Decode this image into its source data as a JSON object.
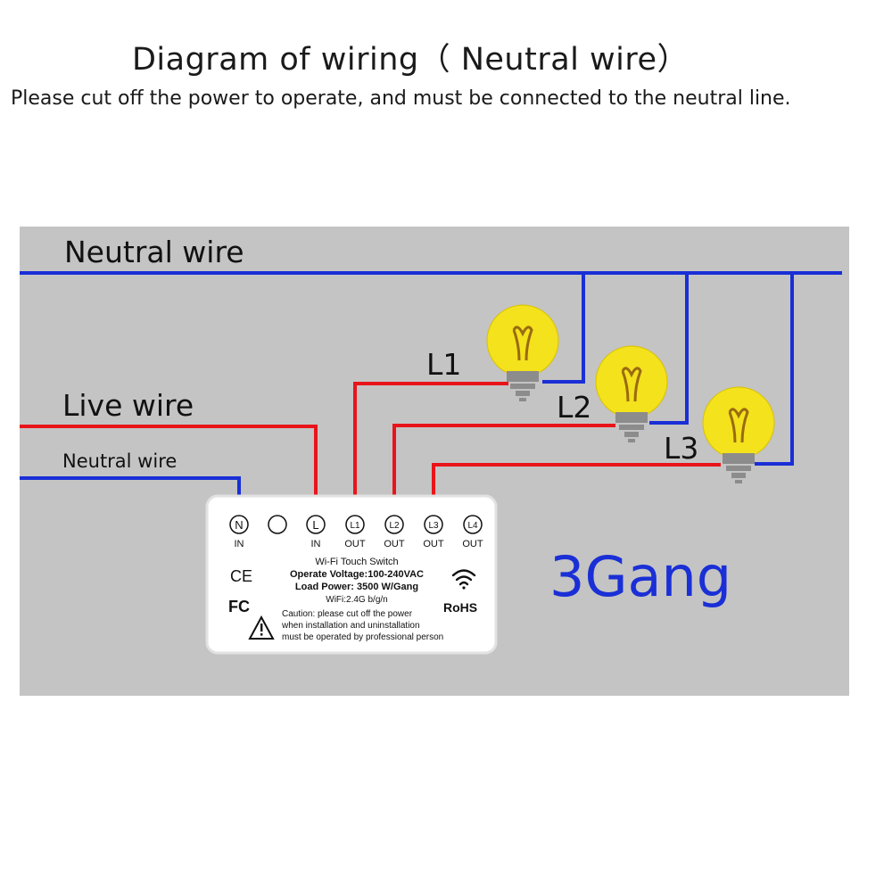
{
  "header": {
    "title": "Diagram of wiring（ Neutral wire）",
    "subtitle": "Please cut off the power to operate, and must be connected to the neutral line."
  },
  "wires": {
    "neutral_top": "Neutral wire",
    "live": "Live wire",
    "neutral_in": "Neutral wire"
  },
  "loads": {
    "l1": "L1",
    "l2": "L2",
    "l3": "L3"
  },
  "module": {
    "terminals": [
      {
        "symbol": "N",
        "label": "IN"
      },
      {
        "symbol": "",
        "label": ""
      },
      {
        "symbol": "L",
        "label": "IN"
      },
      {
        "symbol": "L1",
        "label": "OUT"
      },
      {
        "symbol": "L2",
        "label": "OUT"
      },
      {
        "symbol": "L3",
        "label": "OUT"
      },
      {
        "symbol": "L4",
        "label": "OUT"
      }
    ],
    "name": "Wi-Fi Touch Switch",
    "voltage": "Operate Voltage:100-240VAC",
    "load_power": "Load Power: 3500 W/Gang",
    "wifi": "WiFi:2.4G b/g/n",
    "caution_1": "Caution: please cut off the power",
    "caution_2": "when installation and uninstallation",
    "caution_3": "must be operated by professional person",
    "ce_mark": "CE",
    "fc_mark": "FC",
    "rohs_mark": "RoHS"
  },
  "gang_label": "3Gang",
  "colors": {
    "panel": "#c4c4c4",
    "neutral": "#1a2fd6",
    "live": "#e8141a",
    "bulb": "#f3e21c",
    "gang_text": "#1a2fd6"
  }
}
